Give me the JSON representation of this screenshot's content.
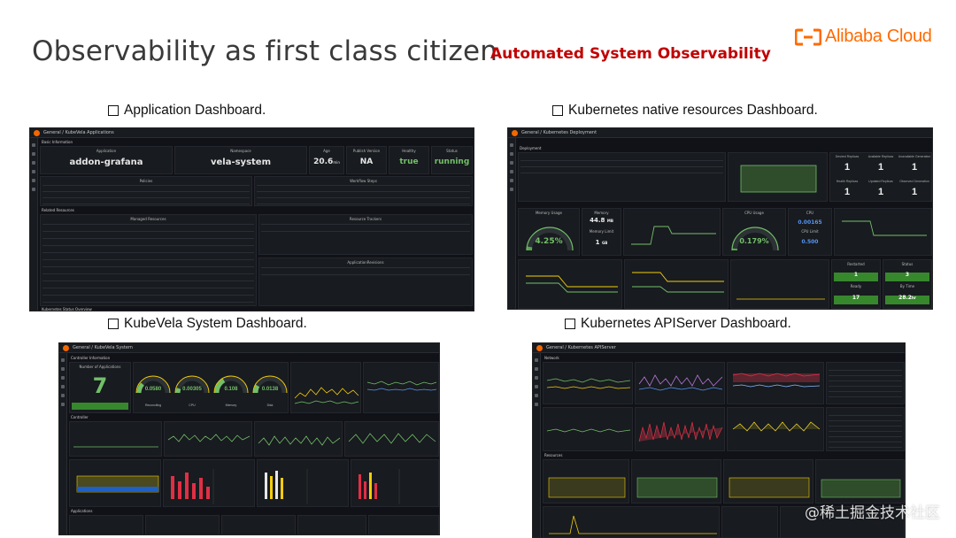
{
  "slide": {
    "title": "Observability as first class citizen",
    "subtitle": "Automated System Observability",
    "logo_text": "Alibaba Cloud",
    "accent": "#ff6a00",
    "subtitle_color": "#c00000"
  },
  "captions": {
    "app": "Application Dashboard.",
    "k8s": "Kubernetes native resources Dashboard.",
    "kubevela": "KubeVela System Dashboard.",
    "apiserver": "Kubernetes APIServer Dashboard."
  },
  "app_dashboard": {
    "breadcrumb": "General / KubeVela Applications",
    "section_basic": "Basic Information",
    "stats": [
      {
        "label": "Application",
        "value": "addon-grafana",
        "color": "#e6e6e6"
      },
      {
        "label": "Namespace",
        "value": "vela-system",
        "color": "#e6e6e6"
      },
      {
        "label": "Age",
        "value": "20.6",
        "unit": "min",
        "color": "#e6e6e6"
      },
      {
        "label": "Publish Version",
        "value": "NA",
        "color": "#e6e6e6"
      },
      {
        "label": "Healthy",
        "value": "true",
        "color": "#73bf69"
      },
      {
        "label": "Status",
        "value": "running",
        "color": "#73bf69"
      }
    ],
    "tables": [
      "Policies",
      "Workflow Steps",
      "Managed Resources",
      "Resource Trackers",
      "ApplicationRevisions"
    ],
    "footer": "Related Resources",
    "footer2": "Kubernetes Status Overview"
  },
  "k8s_dashboard": {
    "breadcrumb": "General / Kubernetes Deployment",
    "section": "Deployment",
    "stats": [
      {
        "label": "Desired Replicas",
        "value": "1"
      },
      {
        "label": "Available Replicas",
        "value": "1"
      },
      {
        "label": "Unavailable Generation",
        "value": "1"
      },
      {
        "label": "Health Replicas",
        "value": "1"
      },
      {
        "label": "Updated Replicas",
        "value": "1"
      },
      {
        "label": "Observed Generation",
        "value": "1"
      }
    ],
    "gauges": [
      {
        "label": "Memory Usage",
        "value": "4.25%",
        "fraction": 0.0425
      },
      {
        "label": "CPU Usage",
        "value": "0.179%",
        "fraction": 0.00179
      }
    ],
    "small_stats": [
      {
        "label": "Memory",
        "value": "44.8",
        "unit": "MB"
      },
      {
        "label": "Memory Limit",
        "value": "1",
        "unit": "GB"
      },
      {
        "label": "CPU",
        "value": "0.00165"
      },
      {
        "label": "CPU Limit",
        "value": "0.500"
      }
    ],
    "pod_stats": [
      {
        "label": "Restarted",
        "value": "1"
      },
      {
        "label": "Ready",
        "value": "17"
      },
      {
        "label": "Status",
        "value": "3"
      },
      {
        "label": "By Time",
        "value": "28.2",
        "unit": "hr"
      }
    ]
  },
  "kubevela_dashboard": {
    "breadcrumb": "General / KubeVela System",
    "section": "Controller Information",
    "apps_value": "7",
    "apps_label": "Number of Applications",
    "gauges": [
      {
        "label": "Reconciling",
        "value": "0.0580",
        "fraction": 0.058
      },
      {
        "label": "CPU",
        "value": "0.00305",
        "fraction": 0.00305
      },
      {
        "label": "Memory",
        "value": "0.108",
        "fraction": 0.108
      },
      {
        "label": "Disk",
        "value": "0.0138",
        "fraction": 0.0138
      }
    ],
    "section2": "Controller",
    "section3": "Applications"
  },
  "apiserver_dashboard": {
    "breadcrumb": "General / Kubernetes APIServer",
    "section": "Network",
    "section2": "Resources"
  },
  "watermark": "@稀土掘金技术社区"
}
